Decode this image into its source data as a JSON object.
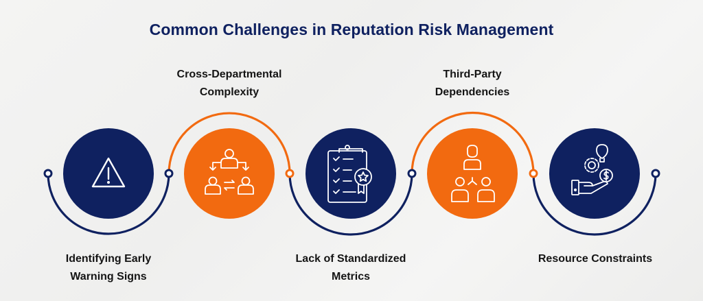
{
  "title": "Common Challenges in Reputation Risk Management",
  "colors": {
    "navy": "#0f2160",
    "orange": "#f26a10",
    "text": "#141414",
    "title": "#0f2160"
  },
  "steps": [
    {
      "label_line1": "Identifying Early",
      "label_line2": "Warning Signs",
      "icon": "warning-triangle-icon",
      "color": "navy",
      "label_position": "bottom"
    },
    {
      "label_line1": "Cross-Departmental",
      "label_line2": "Complexity",
      "icon": "team-collaboration-icon",
      "color": "orange",
      "label_position": "top"
    },
    {
      "label_line1": "Lack of Standardized",
      "label_line2": "Metrics",
      "icon": "clipboard-checklist-badge-icon",
      "color": "navy",
      "label_position": "bottom"
    },
    {
      "label_line1": "Third-Party",
      "label_line2": "Dependencies",
      "icon": "hierarchy-people-icon",
      "color": "orange",
      "label_position": "top"
    },
    {
      "label_line1": "Resource Constraints",
      "label_line2": "",
      "icon": "hand-gear-dollar-bulb-icon",
      "color": "navy",
      "label_position": "bottom"
    }
  ]
}
